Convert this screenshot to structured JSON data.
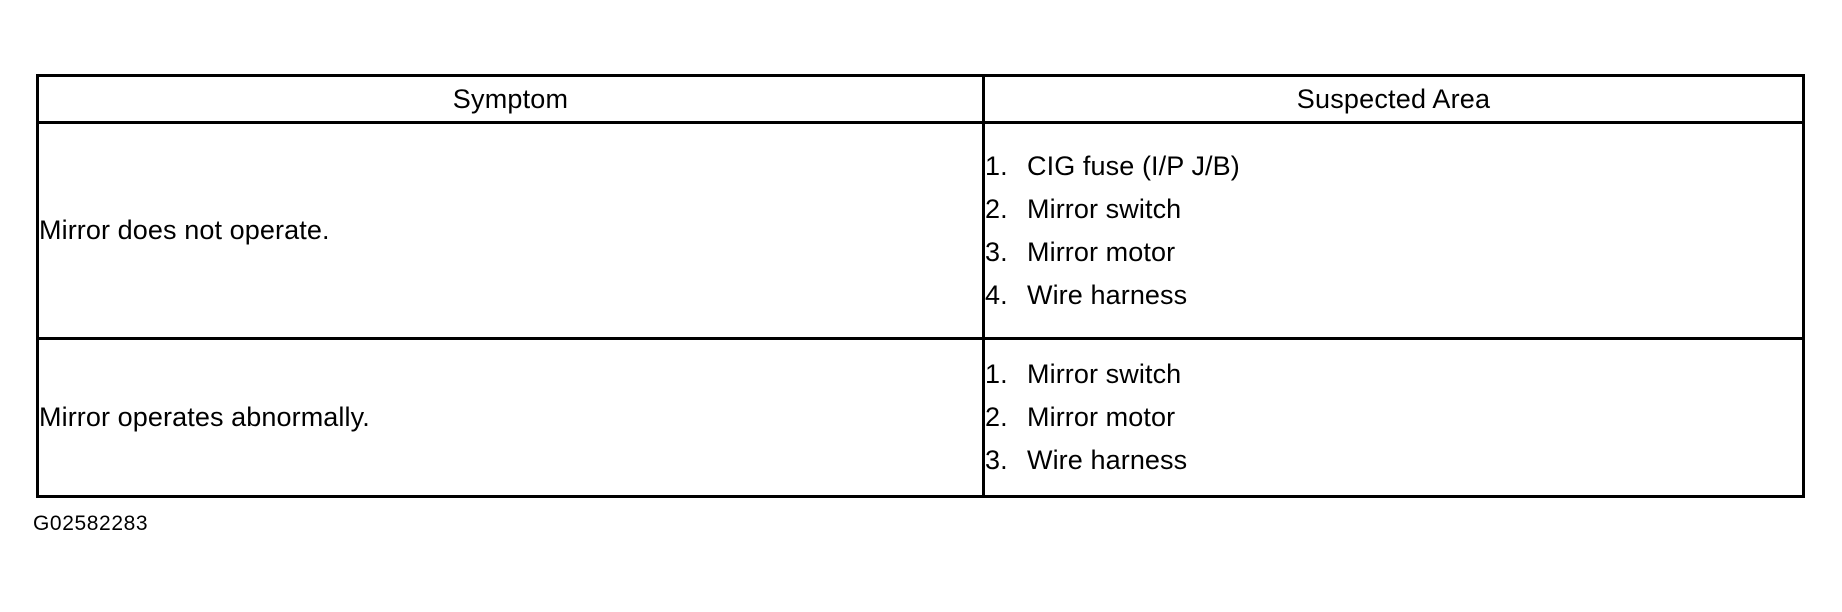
{
  "figure": {
    "id_label": "G02582283"
  },
  "table": {
    "headers": {
      "symptom": "Symptom",
      "suspected_area": "Suspected Area"
    },
    "rows": [
      {
        "symptom": "Mirror does not operate.",
        "suspected_area": [
          {
            "num": "1.",
            "label": "CIG fuse (I/P J/B)"
          },
          {
            "num": "2.",
            "label": "Mirror switch"
          },
          {
            "num": "3.",
            "label": "Mirror motor"
          },
          {
            "num": "4.",
            "label": "Wire harness"
          }
        ]
      },
      {
        "symptom": "Mirror operates abnormally.",
        "suspected_area": [
          {
            "num": "1.",
            "label": "Mirror switch"
          },
          {
            "num": "2.",
            "label": "Mirror motor"
          },
          {
            "num": "3.",
            "label": "Wire harness"
          }
        ]
      }
    ]
  },
  "colors": {
    "background": "#ffffff",
    "text": "#000000",
    "border": "#000000"
  }
}
